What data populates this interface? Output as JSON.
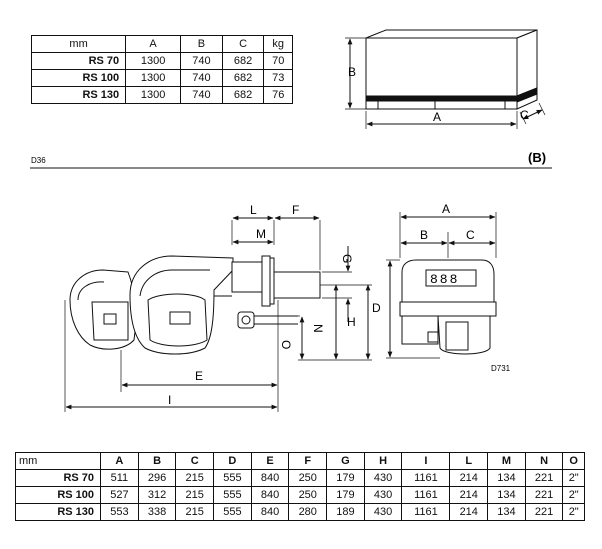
{
  "packaging_table": {
    "headers": [
      "mm",
      "A",
      "B",
      "C",
      "kg"
    ],
    "rows": [
      [
        "RS 70",
        "1300",
        "740",
        "682",
        "70"
      ],
      [
        "RS 100",
        "1300",
        "740",
        "682",
        "73"
      ],
      [
        "RS 130",
        "1300",
        "740",
        "682",
        "76"
      ]
    ]
  },
  "crate_labels": {
    "a": "A",
    "b": "B",
    "c": "C"
  },
  "drawing_code_top": "D36",
  "section_label": "(B)",
  "burner_labels": {
    "l": "L",
    "f": "F",
    "m": "M",
    "g": "G",
    "h": "H",
    "n": "N",
    "o": "O",
    "d": "D",
    "e": "E",
    "i": "I",
    "a": "A",
    "b": "B",
    "c": "C",
    "display": "888"
  },
  "drawing_code_bottom": "D731",
  "dimensions_table": {
    "headers": [
      "mm",
      "A",
      "B",
      "C",
      "D",
      "E",
      "F",
      "G",
      "H",
      "I",
      "L",
      "M",
      "N",
      "O"
    ],
    "rows": [
      [
        "RS 70",
        "511",
        "296",
        "215",
        "555",
        "840",
        "250",
        "179",
        "430",
        "1161",
        "214",
        "134",
        "221",
        "2\""
      ],
      [
        "RS 100",
        "527",
        "312",
        "215",
        "555",
        "840",
        "250",
        "179",
        "430",
        "1161",
        "214",
        "134",
        "221",
        "2\""
      ],
      [
        "RS 130",
        "553",
        "338",
        "215",
        "555",
        "840",
        "280",
        "189",
        "430",
        "1161",
        "214",
        "134",
        "221",
        "2\""
      ]
    ]
  }
}
